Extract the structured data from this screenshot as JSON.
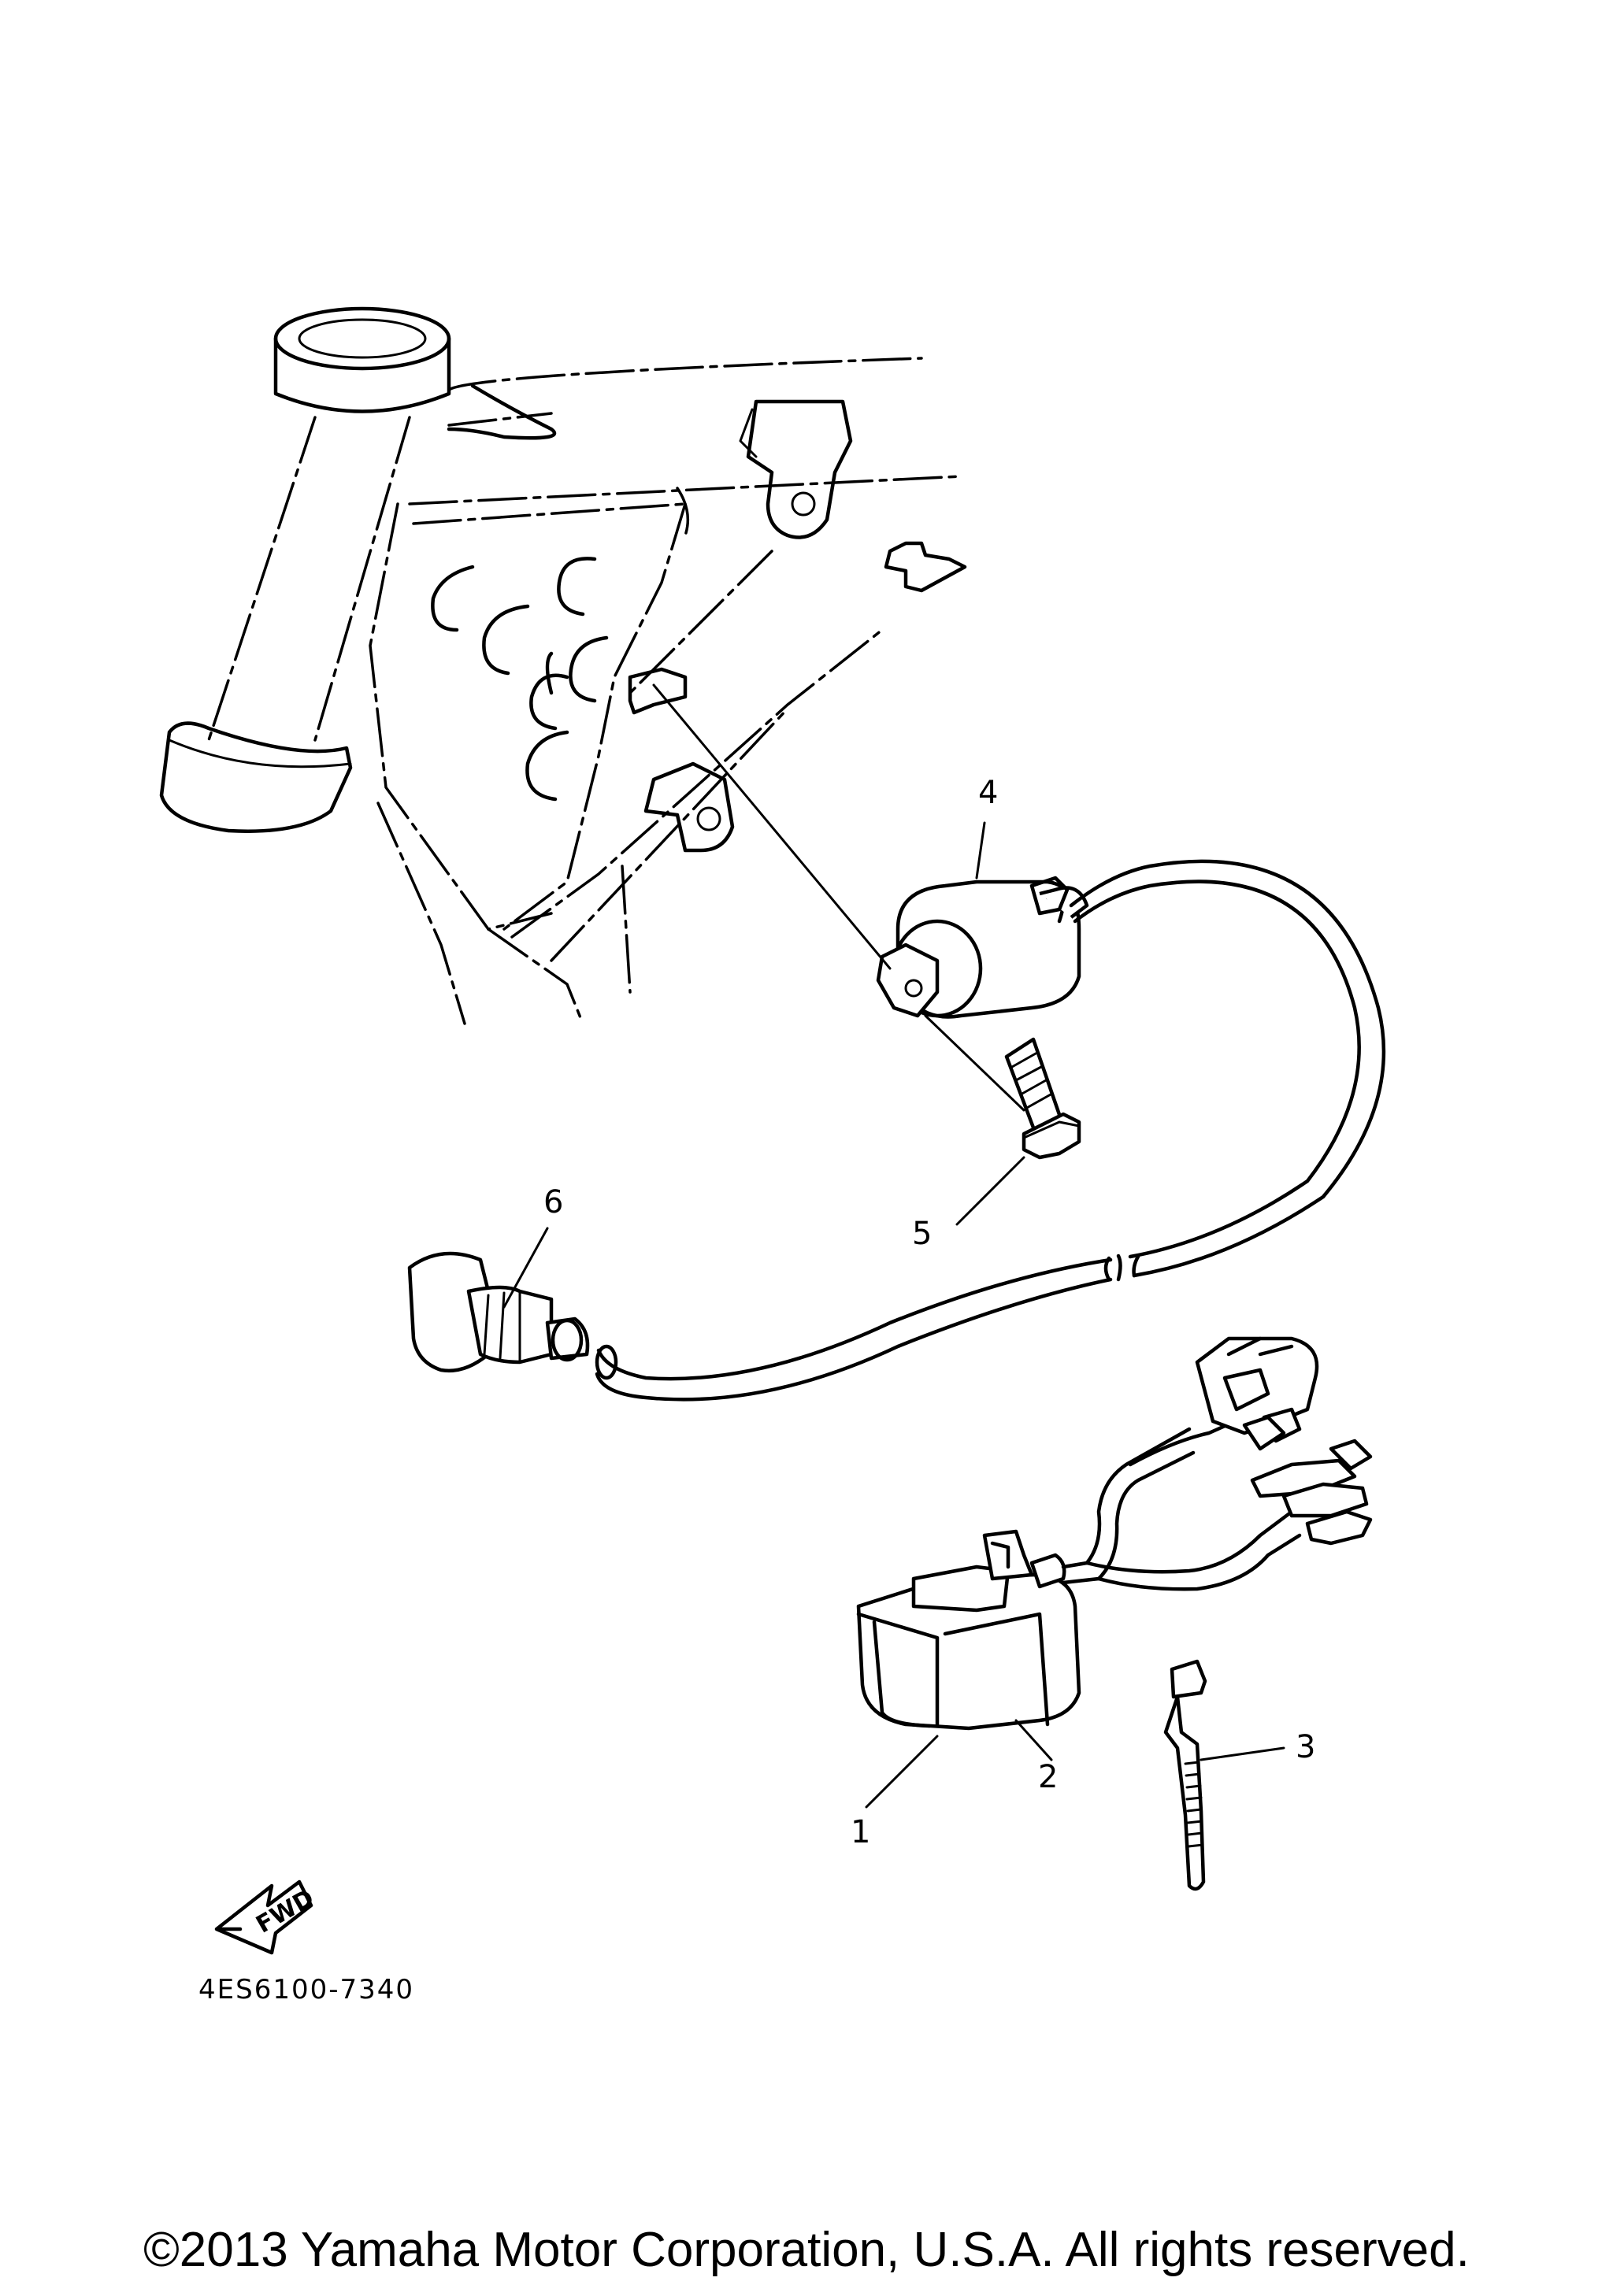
{
  "diagram": {
    "callouts": [
      {
        "id": "1",
        "label": "1"
      },
      {
        "id": "2",
        "label": "2"
      },
      {
        "id": "3",
        "label": "3"
      },
      {
        "id": "4",
        "label": "4"
      },
      {
        "id": "5",
        "label": "5"
      },
      {
        "id": "6",
        "label": "6"
      }
    ],
    "fwd_label": "FWD",
    "part_code": "4ES6100-7340"
  },
  "footer": {
    "copyright": "©2013 Yamaha Motor Corporation, U.S.A. All rights reserved."
  }
}
